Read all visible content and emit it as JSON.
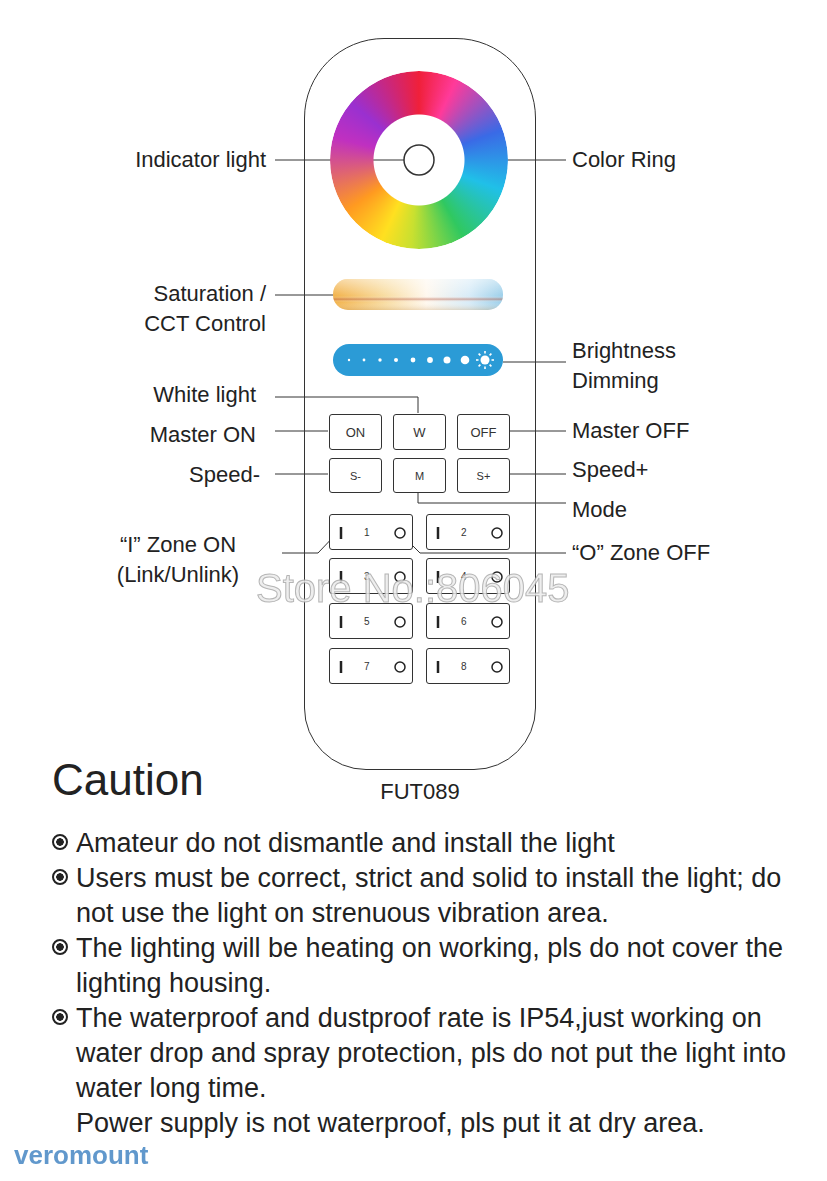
{
  "diagram": {
    "nodes": [
      {
        "text": [
          "FUT089"
        ]
      },
      {
        "text": [
          "ON"
        ],
        "in": 0
      },
      {
        "text": [
          "W"
        ],
        "in": 0
      },
      {
        "text": [
          "OFF"
        ],
        "in": 0
      },
      {
        "text": [
          "S-"
        ],
        "in": 0
      },
      {
        "text": [
          "M"
        ],
        "in": 0
      },
      {
        "text": [
          "S+"
        ],
        "in": 0
      },
      {
        "text": [
          "1"
        ],
        "in": 0
      },
      {
        "text": [
          "2"
        ],
        "in": 0
      },
      {
        "text": [
          "3"
        ],
        "in": 0
      },
      {
        "text": [
          "4"
        ],
        "in": 0
      },
      {
        "text": [
          "5"
        ],
        "in": 0
      },
      {
        "text": [
          "6"
        ],
        "in": 0
      },
      {
        "text": [
          "7"
        ],
        "in": 0
      },
      {
        "text": [
          "8"
        ],
        "in": 0
      }
    ],
    "labels": [
      "Indicator light",
      "Color Ring",
      "Saturation / CCT Control",
      "Brightness Dimming",
      "White light",
      "Master ON",
      "Master OFF",
      "Speed-",
      "Speed+",
      "Mode",
      "“I” Zone ON (Link/Unlink)",
      "“O” Zone OFF",
      "Store No.:806045",
      "Caution",
      "Amateur do not dismantle and install the light",
      "Users must be correct, strict and solid to install the light; do not use the light on strenuous vibration area.",
      "The lighting will be heating on working, pls do not cover the lighting housing.",
      "The waterproof and dustproof rate is IP54,just working on water drop and spray protection, pls do not put the light into water long time.",
      "Power supply is not waterproof, pls put it at dry area.",
      "veromount"
    ]
  }
}
